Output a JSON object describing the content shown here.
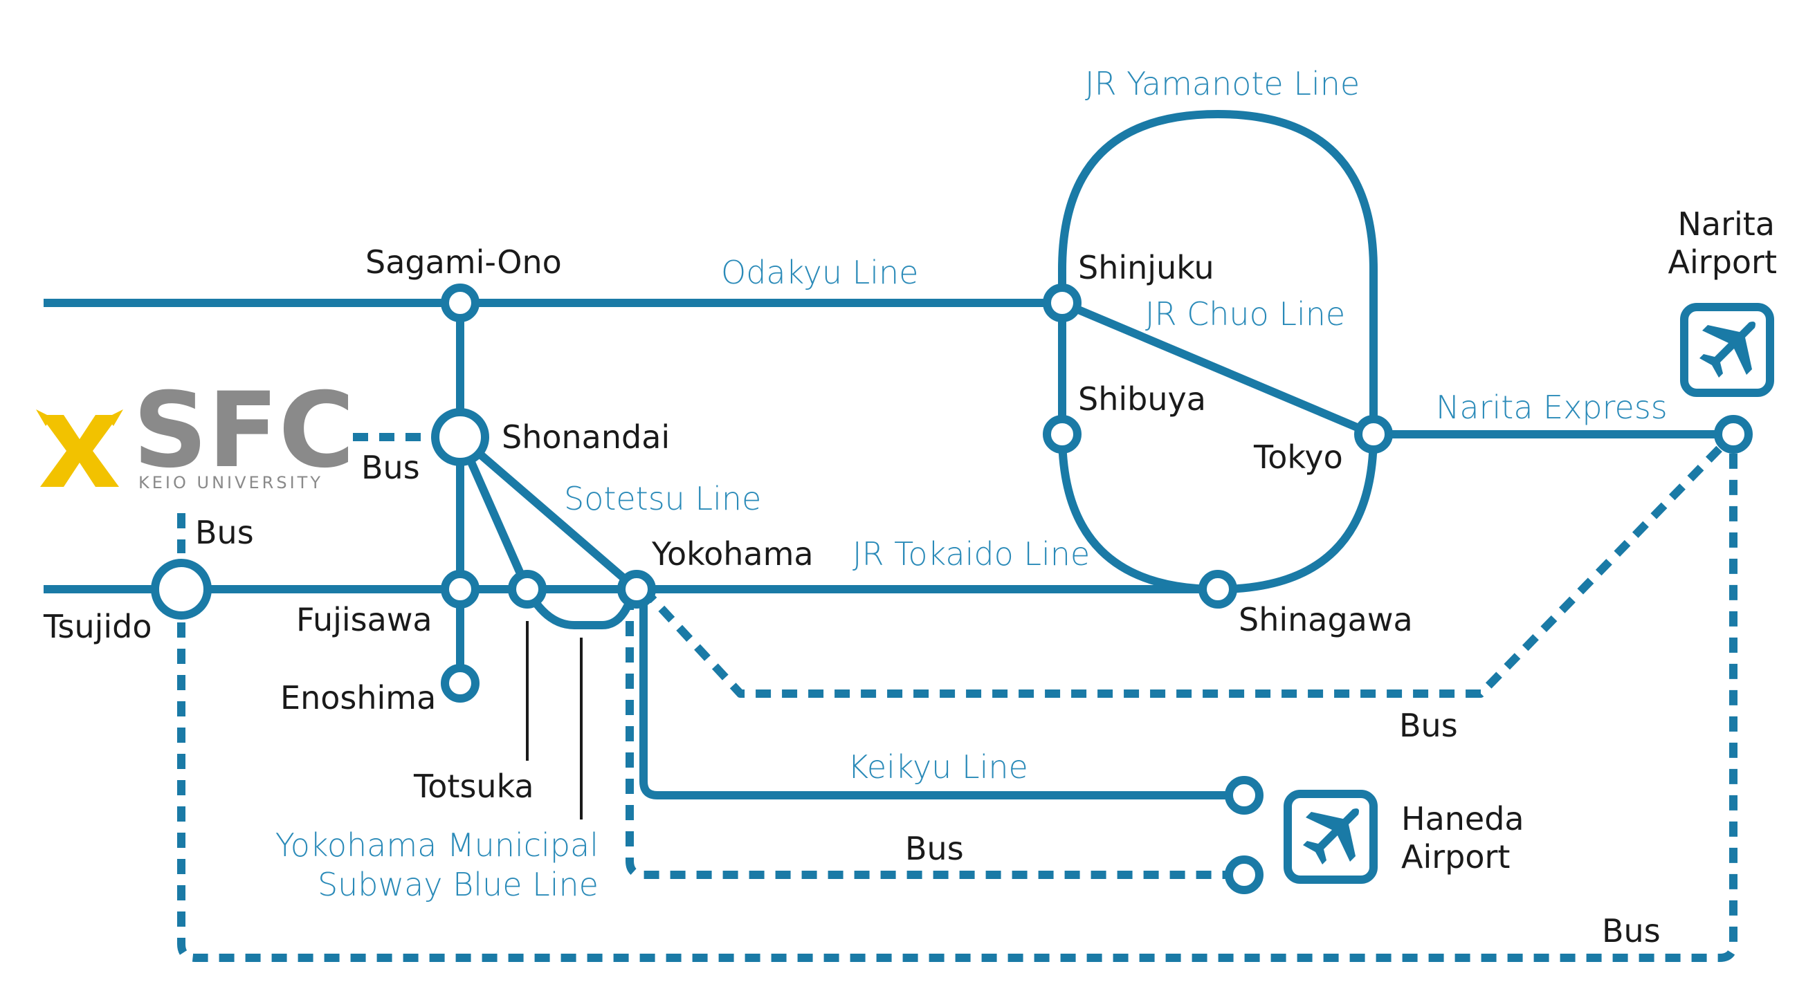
{
  "colors": {
    "line": "#1a7aa6",
    "line_label": "#2a8ab8",
    "station_label": "#1a1a1a",
    "logo_mark": "#f2c200",
    "logo_text": "#8a8a8a"
  },
  "logo": {
    "name": "SFC",
    "subtitle": "KEIO UNIVERSITY"
  },
  "lines": {
    "yamanote": "JR Yamanote Line",
    "odakyu": "Odakyu Line",
    "chuo": "JR Chuo Line",
    "narita_express": "Narita Express",
    "sotetsu": "Sotetsu Line",
    "tokaido": "JR Tokaido Line",
    "keikyu": "Keikyu Line",
    "blue_line_1": "Yokohama Municipal",
    "blue_line_2": "Subway Blue Line"
  },
  "stations": {
    "sagami_ono": "Sagami-Ono",
    "shinjuku": "Shinjuku",
    "shibuya": "Shibuya",
    "tokyo": "Tokyo",
    "shinagawa": "Shinagawa",
    "shonandai": "Shonandai",
    "yokohama": "Yokohama",
    "tsujido": "Tsujido",
    "fujisawa": "Fujisawa",
    "enoshima": "Enoshima",
    "totsuka": "Totsuka",
    "narita_1": "Narita",
    "narita_2": "Airport",
    "haneda_1": "Haneda",
    "haneda_2": "Airport"
  },
  "bus_labels": {
    "sfc_shonandai": "Bus",
    "sfc_tsujido": "Bus",
    "yokohama_narita": "Bus",
    "yokohama_haneda": "Bus",
    "tsujido_narita": "Bus"
  },
  "icons": {
    "narita": "airplane-icon",
    "haneda": "airplane-icon"
  }
}
